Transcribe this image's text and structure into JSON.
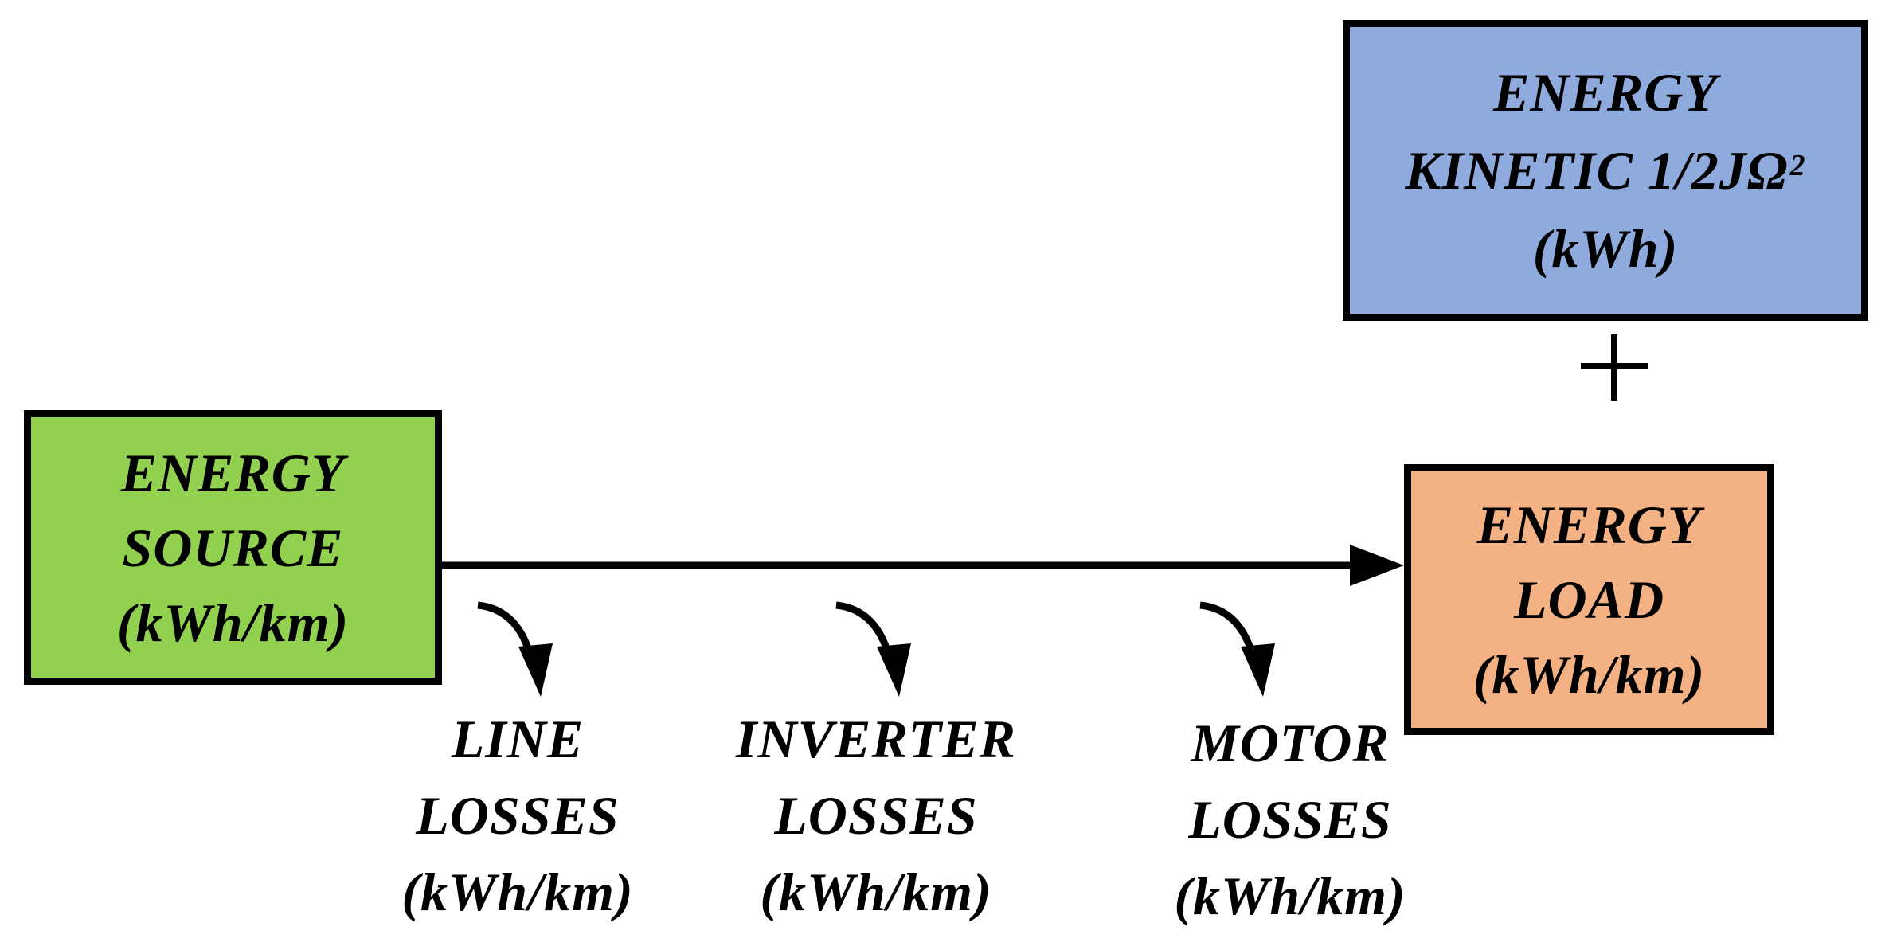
{
  "colors": {
    "source_fill": "#92d050",
    "load_fill": "#f4b183",
    "kinetic_fill": "#8faadc",
    "stroke": "#000000"
  },
  "source": {
    "line1": "ENERGY",
    "line2": "SOURCE",
    "line3": "(kWh/km)"
  },
  "load": {
    "line1": "ENERGY",
    "line2": "LOAD",
    "line3": "(kWh/km)"
  },
  "kinetic": {
    "line1": "ENERGY",
    "line2": "KINETIC 1/2JΩ",
    "line2_sup": "2",
    "line3": "(kWh)"
  },
  "plus_sign": "+",
  "losses": [
    {
      "line1": "LINE",
      "line2": "LOSSES",
      "line3": "(kWh/km)"
    },
    {
      "line1": "INVERTER",
      "line2": "LOSSES",
      "line3": "(kWh/km)"
    },
    {
      "line1": "MOTOR",
      "line2": "LOSSES",
      "line3": "(kWh/km)"
    }
  ]
}
